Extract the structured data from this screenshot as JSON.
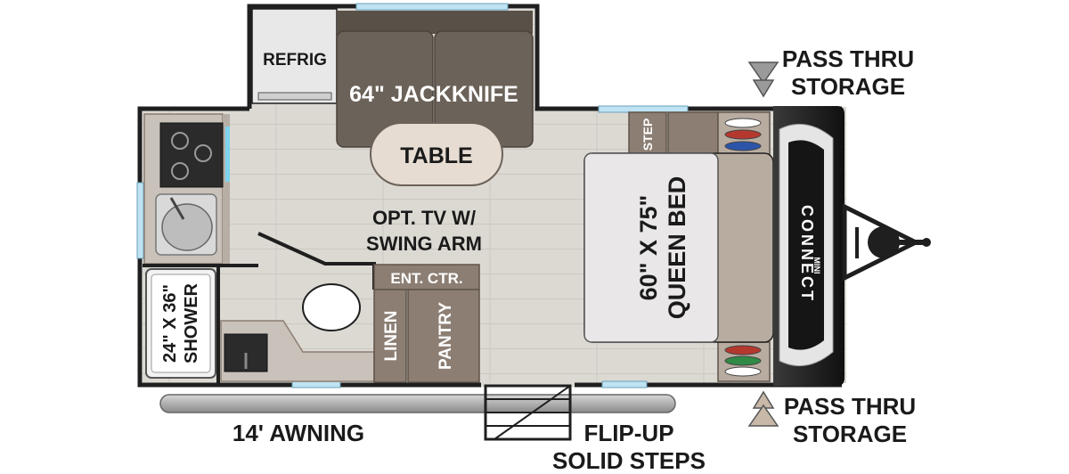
{
  "labels": {
    "refrig": "REFRIG",
    "jackknife": "64\" JACKKNIFE",
    "table": "TABLE",
    "step": "STEP",
    "queen_line1": "60\" X 75\"",
    "queen_line2": "QUEEN BED",
    "tv_line1": "OPT. TV W/",
    "tv_line2": "SWING ARM",
    "ent_ctr": "ENT. CTR.",
    "shower_line1": "24\" X 36\"",
    "shower_line2": "SHOWER",
    "linen": "LINEN",
    "pantry": "PANTRY",
    "awning": "14' AWNING",
    "steps_line1": "FLIP-UP",
    "steps_line2": "SOLID STEPS",
    "storage_top_line1": "PASS THRU",
    "storage_top_line2": "STORAGE",
    "storage_bottom_line1": "PASS THRU",
    "storage_bottom_line2": "STORAGE",
    "brand": "CONNECT",
    "brand_sub": "MINI"
  },
  "colors": {
    "wall": "#1f1f1f",
    "floor": "#dcd9d3",
    "sofa": "#6b6259",
    "table": "#e6dcd2",
    "cabinet": "#8c7e73",
    "bed": "#e9e7e8",
    "window": "#bfe3f3",
    "text": "#1a1a1a",
    "label_on_dark": "#ffffff"
  },
  "icons": {
    "top_storage": "arrow-down-icon",
    "bottom_storage": "arrow-up-icon"
  }
}
